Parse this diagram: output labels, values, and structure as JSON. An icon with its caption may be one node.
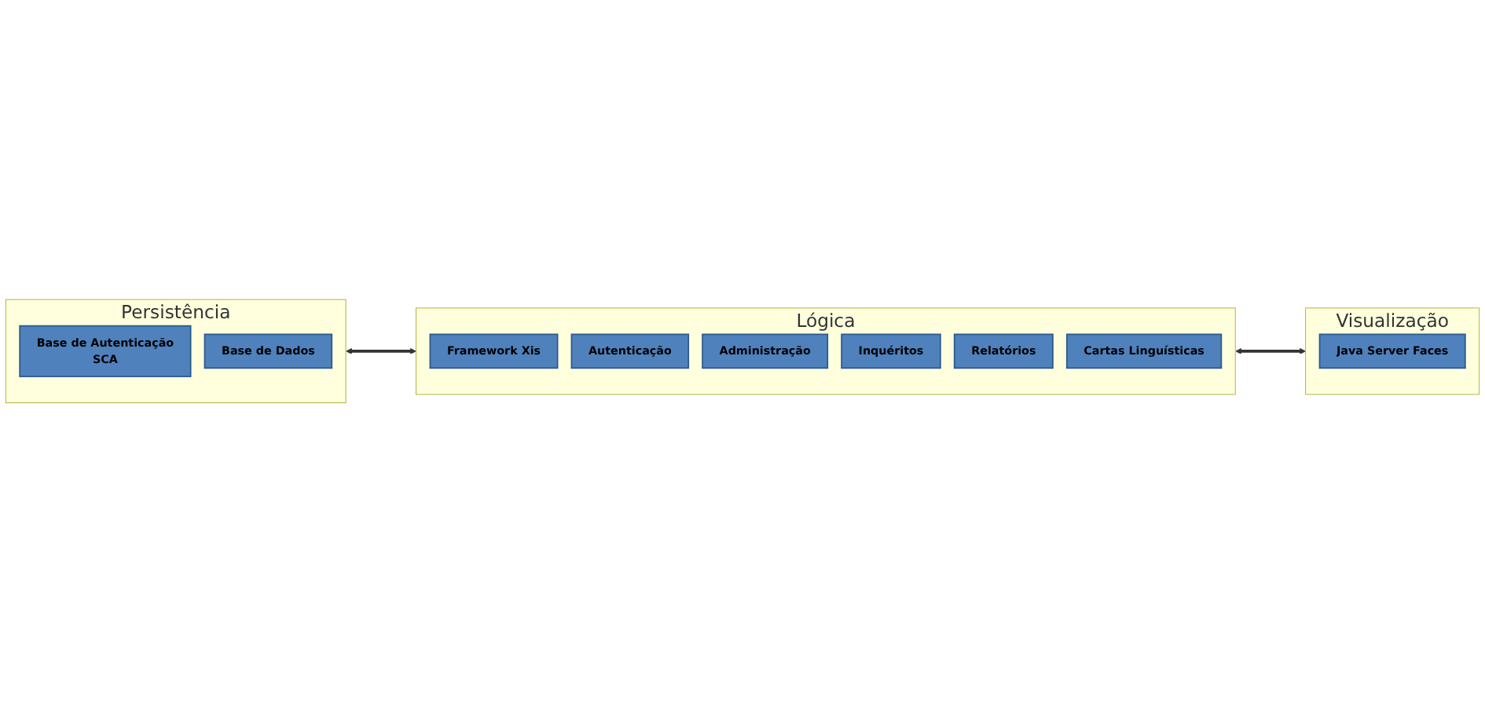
{
  "diagram": {
    "nodes": [
      {
        "text": [
          "Persistência"
        ]
      },
      {
        "text": [
          "Base de Autenticação",
          "SCA"
        ],
        "in": 0
      },
      {
        "text": [
          "Base de Dados"
        ],
        "in": 0
      },
      {
        "text": [
          "Lógica"
        ]
      },
      {
        "text": [
          "Framework Xis"
        ],
        "in": 3
      },
      {
        "text": [
          "Autenticação"
        ],
        "in": 3
      },
      {
        "text": [
          "Administração"
        ],
        "in": 3
      },
      {
        "text": [
          "Inquéritos"
        ],
        "in": 3
      },
      {
        "text": [
          "Relatórios"
        ],
        "in": 3
      },
      {
        "text": [
          "Cartas Linguísticas"
        ],
        "in": 3
      },
      {
        "text": [
          "Visualização"
        ]
      },
      {
        "text": [
          "Java Server Faces"
        ],
        "in": 10
      }
    ],
    "edges": [
      {
        "from": 0,
        "to": 3,
        "arrow": "both"
      },
      {
        "from": 3,
        "to": 10,
        "arrow": "both"
      }
    ]
  }
}
